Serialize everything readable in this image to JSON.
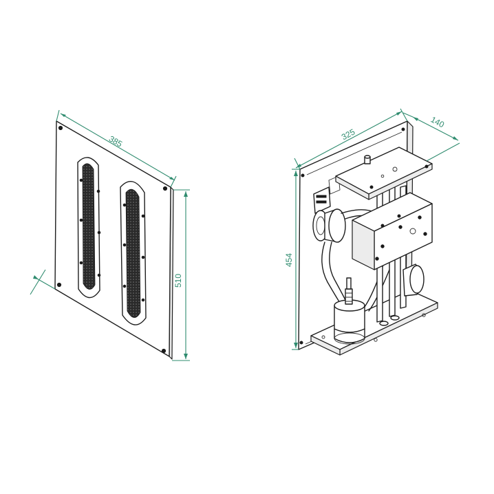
{
  "dimensions": {
    "front_width": "385",
    "front_height": "510",
    "rear_width": "325",
    "rear_depth": "140",
    "rear_height": "454"
  },
  "colors": {
    "dimension_line": "#2e8b6e",
    "outline": "#1d1d1d",
    "grille": "#1a1a1a"
  }
}
